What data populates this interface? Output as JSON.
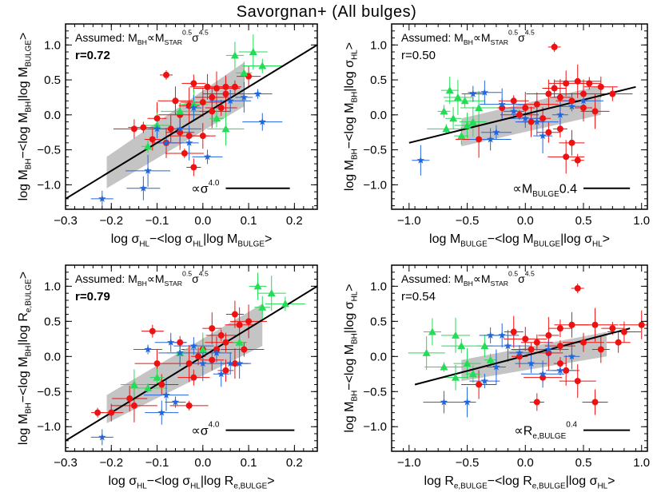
{
  "suptitle": "Savorgnan+ (All bulges)",
  "colors": {
    "red": "#ee1111",
    "green": "#22dd55",
    "blue": "#2266dd",
    "band": "#c4c4c4",
    "fit": "#000000"
  },
  "chart_data": [
    {
      "type": "scatter",
      "xlabel": "log σHL−<log σHL|log MBULGE>",
      "ylabel": "log MBH−<log MBH|log MBULGE>",
      "xlim": [
        -0.3,
        0.25
      ],
      "ylim": [
        -1.35,
        1.3
      ],
      "xticks": [
        -0.3,
        -0.2,
        -0.1,
        0.0,
        0.1,
        0.2
      ],
      "xtick_labels": [
        "−0.3",
        "−0.2",
        "−0.1",
        "0.0",
        "0.1",
        "0.2"
      ],
      "yticks": [
        -1.0,
        -0.5,
        0.0,
        0.5,
        1.0
      ],
      "ytick_labels": [
        "−1.0",
        "−0.5",
        "0.0",
        "0.5",
        "1.0"
      ],
      "assumed": "Assumed: MBH∝MSTAR0.5σ4.5",
      "r_text": "r=0.72",
      "r_bold": true,
      "slope_text": "∝σ4.0",
      "fit_line": {
        "x": [
          -0.3,
          0.25
        ],
        "y": [
          -1.2,
          1.0
        ]
      },
      "band": {
        "x": [
          -0.21,
          0.09
        ],
        "lower": [
          -1.05,
          0.12
        ],
        "upper": [
          -0.6,
          0.75
        ]
      },
      "reference_bar": {
        "x": [
          0.05,
          0.19
        ],
        "y": -1.05
      },
      "series": [
        {
          "color": "#ee1111",
          "marker": "circle",
          "points": [
            [
              -0.08,
              0.57
            ],
            [
              -0.02,
              0.45
            ],
            [
              0.01,
              0.4
            ],
            [
              0.03,
              0.38
            ],
            [
              0.05,
              0.4
            ],
            [
              0.02,
              0.25
            ],
            [
              0.0,
              0.18
            ],
            [
              -0.03,
              0.13
            ],
            [
              0.04,
              0.1
            ],
            [
              -0.05,
              0.0
            ],
            [
              -0.1,
              -0.05
            ],
            [
              -0.13,
              -0.18
            ],
            [
              -0.15,
              -0.2
            ],
            [
              -0.07,
              -0.2
            ],
            [
              -0.05,
              -0.25
            ],
            [
              -0.03,
              -0.3
            ],
            [
              -0.11,
              -0.35
            ],
            [
              -0.08,
              -0.4
            ],
            [
              -0.04,
              -0.55
            ],
            [
              -0.02,
              -0.75
            ],
            [
              0.0,
              -0.3
            ],
            [
              0.02,
              0.05
            ],
            [
              0.07,
              0.4
            ],
            [
              0.1,
              0.55
            ],
            [
              -0.06,
              0.2
            ],
            [
              0.05,
              0.3
            ]
          ]
        },
        {
          "color": "#22dd55",
          "marker": "triangle",
          "points": [
            [
              0.07,
              0.85
            ],
            [
              0.11,
              0.9
            ],
            [
              0.13,
              0.7
            ],
            [
              0.09,
              0.6
            ],
            [
              -0.02,
              0.15
            ],
            [
              -0.05,
              0.05
            ],
            [
              0.03,
              -0.05
            ],
            [
              -0.1,
              -0.15
            ],
            [
              0.05,
              -0.2
            ],
            [
              -0.12,
              -0.45
            ]
          ]
        },
        {
          "color": "#2266dd",
          "marker": "star",
          "points": [
            [
              -0.22,
              -1.2
            ],
            [
              -0.13,
              -1.05
            ],
            [
              -0.12,
              -0.8
            ],
            [
              -0.08,
              -0.4
            ],
            [
              -0.1,
              -0.2
            ],
            [
              -0.05,
              -0.2
            ],
            [
              -0.03,
              -0.4
            ],
            [
              0.01,
              -0.6
            ],
            [
              0.06,
              0.2
            ],
            [
              0.09,
              0.25
            ],
            [
              0.12,
              0.3
            ],
            [
              0.13,
              -0.1
            ],
            [
              -0.02,
              0.1
            ]
          ]
        }
      ]
    },
    {
      "type": "scatter",
      "xlabel": "log MBULGE−<log MBULGE|log σHL>",
      "ylabel": "log MBH−<log MBH|log σHL>",
      "xlim": [
        -1.15,
        1.05
      ],
      "ylim": [
        -1.35,
        1.3
      ],
      "xticks": [
        -1.0,
        -0.5,
        0.0,
        0.5,
        1.0
      ],
      "xtick_labels": [
        "−1.0",
        "−0.5",
        "0.0",
        "0.5",
        "1.0"
      ],
      "yticks": [
        -1.0,
        -0.5,
        0.0,
        0.5,
        1.0
      ],
      "ytick_labels": [
        "−1.0",
        "−0.5",
        "0.0",
        "0.5",
        "1.0"
      ],
      "assumed": "Assumed: MBH∝MSTAR0.5σ4.5",
      "r_text": "r=0.50",
      "r_bold": false,
      "slope_text": "∝MBULGE0.4",
      "fit_line": {
        "x": [
          -1.0,
          0.95
        ],
        "y": [
          -0.4,
          0.4
        ]
      },
      "band": {
        "x": [
          -0.55,
          0.65
        ],
        "lower": [
          -0.45,
          0.0
        ],
        "upper": [
          -0.05,
          0.42
        ]
      },
      "reference_bar": {
        "x": [
          0.5,
          0.9
        ],
        "y": -1.05
      },
      "series": [
        {
          "color": "#ee1111",
          "marker": "circle",
          "points": [
            [
              0.25,
              0.97
            ],
            [
              0.25,
              0.38
            ],
            [
              0.35,
              0.45
            ],
            [
              0.45,
              0.48
            ],
            [
              0.55,
              0.45
            ],
            [
              0.65,
              0.4
            ],
            [
              0.2,
              0.3
            ],
            [
              0.3,
              0.25
            ],
            [
              0.4,
              0.2
            ],
            [
              0.1,
              0.15
            ],
            [
              0.0,
              0.1
            ],
            [
              -0.1,
              0.2
            ],
            [
              -0.2,
              0.1
            ],
            [
              0.5,
              0.1
            ],
            [
              0.6,
              0.05
            ],
            [
              0.75,
              0.3
            ],
            [
              0.15,
              -0.05
            ],
            [
              0.05,
              -0.1
            ],
            [
              -0.05,
              0.0
            ],
            [
              0.3,
              -0.2
            ],
            [
              0.4,
              -0.4
            ],
            [
              0.35,
              -0.6
            ],
            [
              0.45,
              -0.65
            ],
            [
              0.2,
              -0.25
            ],
            [
              0.5,
              0.3
            ],
            [
              -0.4,
              -0.35
            ]
          ]
        },
        {
          "color": "#22dd55",
          "marker": "triangle",
          "points": [
            [
              -0.65,
              0.35
            ],
            [
              -0.58,
              0.25
            ],
            [
              -0.52,
              0.2
            ],
            [
              -0.62,
              -0.05
            ],
            [
              -0.45,
              -0.1
            ],
            [
              -0.68,
              -0.2
            ],
            [
              -0.55,
              -0.3
            ],
            [
              -0.5,
              -0.15
            ],
            [
              -0.4,
              0.1
            ],
            [
              -0.7,
              0.05
            ]
          ]
        },
        {
          "color": "#2266dd",
          "marker": "star",
          "points": [
            [
              -0.45,
              0.3
            ],
            [
              -0.35,
              0.32
            ],
            [
              -0.2,
              0.15
            ],
            [
              -0.1,
              0.05
            ],
            [
              0.0,
              -0.05
            ],
            [
              0.1,
              -0.1
            ],
            [
              0.15,
              -0.3
            ],
            [
              -0.25,
              -0.25
            ],
            [
              -0.3,
              -0.35
            ],
            [
              -0.9,
              -0.65
            ],
            [
              0.4,
              0.12
            ],
            [
              0.5,
              0.2
            ],
            [
              0.3,
              0.0
            ]
          ]
        }
      ]
    },
    {
      "type": "scatter",
      "xlabel": "log σHL−<log σHL|log Re,BULGE>",
      "ylabel": "log MBH−<log MBH|log Re,BULGE>",
      "xlim": [
        -0.3,
        0.25
      ],
      "ylim": [
        -1.35,
        1.3
      ],
      "xticks": [
        -0.3,
        -0.2,
        -0.1,
        0.0,
        0.1,
        0.2
      ],
      "xtick_labels": [
        "−0.3",
        "−0.2",
        "−0.1",
        "0.0",
        "0.1",
        "0.2"
      ],
      "yticks": [
        -1.0,
        -0.5,
        0.0,
        0.5,
        1.0
      ],
      "ytick_labels": [
        "−1.0",
        "−0.5",
        "0.0",
        "0.5",
        "1.0"
      ],
      "assumed": "Assumed: MBH∝MSTAR0.5σ4.5",
      "r_text": "r=0.79",
      "r_bold": true,
      "slope_text": "∝σ4.0",
      "fit_line": {
        "x": [
          -0.3,
          0.25
        ],
        "y": [
          -1.2,
          1.0
        ]
      },
      "band": {
        "x": [
          -0.21,
          0.13
        ],
        "lower": [
          -0.95,
          0.15
        ],
        "upper": [
          -0.55,
          0.75
        ]
      },
      "reference_bar": {
        "x": [
          0.05,
          0.2
        ],
        "y": -1.05
      },
      "series": [
        {
          "color": "#ee1111",
          "marker": "circle",
          "points": [
            [
              -0.23,
              -0.8
            ],
            [
              -0.2,
              -0.8
            ],
            [
              -0.16,
              -0.6
            ],
            [
              -0.15,
              -0.7
            ],
            [
              -0.11,
              0.36
            ],
            [
              -0.09,
              -0.4
            ],
            [
              -0.1,
              -0.1
            ],
            [
              -0.03,
              -0.1
            ],
            [
              -0.02,
              -0.3
            ],
            [
              0.0,
              0.1
            ],
            [
              0.02,
              0.4
            ],
            [
              0.04,
              0.3
            ],
            [
              0.05,
              0.2
            ],
            [
              0.07,
              0.6
            ],
            [
              0.08,
              0.45
            ],
            [
              0.09,
              0.1
            ],
            [
              0.05,
              -0.2
            ],
            [
              0.07,
              -0.1
            ],
            [
              -0.03,
              -0.7
            ],
            [
              -0.01,
              0.0
            ],
            [
              0.03,
              0.1
            ],
            [
              0.1,
              0.5
            ],
            [
              -0.05,
              0.2
            ],
            [
              0.02,
              -0.05
            ]
          ]
        },
        {
          "color": "#22dd55",
          "marker": "triangle",
          "points": [
            [
              0.12,
              1.0
            ],
            [
              0.15,
              0.9
            ],
            [
              0.18,
              0.75
            ],
            [
              0.13,
              0.7
            ],
            [
              -0.15,
              -0.4
            ],
            [
              -0.12,
              -0.45
            ],
            [
              -0.1,
              -0.3
            ],
            [
              -0.05,
              0.05
            ],
            [
              0.0,
              0.1
            ],
            [
              0.08,
              0.2
            ]
          ]
        },
        {
          "color": "#2266dd",
          "marker": "star",
          "points": [
            [
              -0.22,
              -1.15
            ],
            [
              -0.09,
              -0.8
            ],
            [
              -0.08,
              -0.55
            ],
            [
              -0.06,
              -0.65
            ],
            [
              -0.07,
              0.2
            ],
            [
              -0.05,
              0.05
            ],
            [
              0.0,
              -0.1
            ],
            [
              0.03,
              0.05
            ],
            [
              0.06,
              -0.1
            ],
            [
              0.08,
              -0.1
            ],
            [
              -0.12,
              0.1
            ],
            [
              -0.02,
              0.15
            ],
            [
              0.04,
              -0.25
            ]
          ]
        }
      ]
    },
    {
      "type": "scatter",
      "xlabel": "log Re,BULGE−<log Re,BULGE|log σHL>",
      "ylabel": "log MBH−<log MBH|log σHL>",
      "xlim": [
        -1.15,
        1.05
      ],
      "ylim": [
        -1.35,
        1.3
      ],
      "xticks": [
        -1.0,
        -0.5,
        0.0,
        0.5,
        1.0
      ],
      "xtick_labels": [
        "−1.0",
        "−0.5",
        "0.0",
        "0.5",
        "1.0"
      ],
      "yticks": [
        -1.0,
        -0.5,
        0.0,
        0.5,
        1.0
      ],
      "ytick_labels": [
        "−1.0",
        "−0.5",
        "0.0",
        "0.5",
        "1.0"
      ],
      "assumed": "Assumed: MBH∝MSTAR0.5σ4.5",
      "r_text": "r=0.54",
      "r_bold": false,
      "slope_text": "∝Re,BULGE0.4",
      "fit_line": {
        "x": [
          -0.95,
          0.9
        ],
        "y": [
          -0.4,
          0.4
        ]
      },
      "band": {
        "x": [
          -0.55,
          0.7
        ],
        "lower": [
          -0.35,
          0.0
        ],
        "upper": [
          -0.05,
          0.35
        ]
      },
      "reference_bar": {
        "x": [
          0.5,
          0.9
        ],
        "y": -1.05
      },
      "series": [
        {
          "color": "#ee1111",
          "marker": "circle",
          "points": [
            [
              0.45,
              0.97
            ],
            [
              0.3,
              0.4
            ],
            [
              0.4,
              0.45
            ],
            [
              0.6,
              0.45
            ],
            [
              0.75,
              0.4
            ],
            [
              0.85,
              0.35
            ],
            [
              1.0,
              0.45
            ],
            [
              0.2,
              0.3
            ],
            [
              0.1,
              0.2
            ],
            [
              0.0,
              0.25
            ],
            [
              -0.1,
              0.35
            ],
            [
              0.3,
              0.15
            ],
            [
              0.5,
              0.2
            ],
            [
              0.65,
              0.1
            ],
            [
              0.2,
              0.05
            ],
            [
              0.05,
              0.1
            ],
            [
              -0.05,
              0.0
            ],
            [
              0.35,
              -0.2
            ],
            [
              0.15,
              -0.3
            ],
            [
              0.1,
              -0.65
            ],
            [
              0.6,
              -0.65
            ],
            [
              0.45,
              -0.35
            ],
            [
              0.3,
              -0.1
            ],
            [
              0.8,
              0.2
            ],
            [
              -0.4,
              -0.4
            ]
          ]
        },
        {
          "color": "#22dd55",
          "marker": "triangle",
          "points": [
            [
              -0.8,
              0.35
            ],
            [
              -0.6,
              0.3
            ],
            [
              -0.55,
              0.15
            ],
            [
              -0.35,
              0.15
            ],
            [
              -0.5,
              -0.1
            ],
            [
              -0.7,
              -0.15
            ],
            [
              -0.45,
              -0.25
            ],
            [
              -0.6,
              -0.3
            ],
            [
              -0.85,
              0.05
            ],
            [
              -0.3,
              -0.05
            ]
          ]
        },
        {
          "color": "#2266dd",
          "marker": "star",
          "points": [
            [
              -0.3,
              0.3
            ],
            [
              -0.2,
              0.3
            ],
            [
              -0.15,
              0.15
            ],
            [
              -0.05,
              0.05
            ],
            [
              0.05,
              -0.1
            ],
            [
              0.15,
              -0.25
            ],
            [
              -0.25,
              -0.15
            ],
            [
              -0.35,
              -0.35
            ],
            [
              -0.7,
              -0.65
            ],
            [
              -0.5,
              -0.65
            ],
            [
              0.3,
              -0.2
            ],
            [
              0.2,
              0.1
            ],
            [
              0.4,
              0.0
            ]
          ]
        }
      ]
    }
  ]
}
